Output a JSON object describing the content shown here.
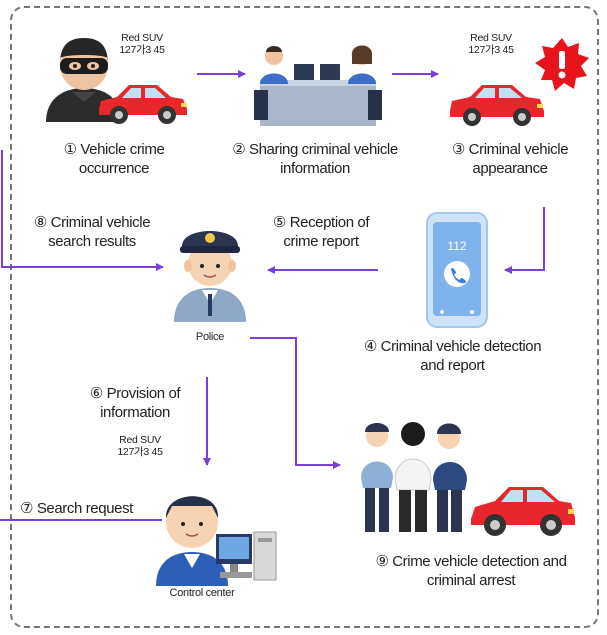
{
  "plate": {
    "line1": "Red SUV",
    "line2": "127가3 45"
  },
  "steps": {
    "s1": {
      "line1": "① Vehicle crime",
      "line2": "occurrence"
    },
    "s2": {
      "line1": "② Sharing criminal vehicle",
      "line2": "information"
    },
    "s3": {
      "line1": "③ Criminal vehicle",
      "line2": "appearance"
    },
    "s4": {
      "line1": "④ Criminal vehicle detection",
      "line2": "and report"
    },
    "s5": {
      "line1": "⑤ Reception of",
      "line2": "crime report"
    },
    "s6": {
      "line1": "⑥ Provision of",
      "line2": "information"
    },
    "s7": {
      "line1": "⑦ Search request"
    },
    "s8": {
      "line1": "⑧ Criminal vehicle",
      "line2": "search results"
    },
    "s9": {
      "line1": "⑨ Crime vehicle detection and",
      "line2": "criminal arrest"
    }
  },
  "labels": {
    "police": "Police",
    "control": "Control center",
    "phone_number": "112"
  },
  "icons": [
    "thief-icon",
    "red-car-icon",
    "operators-icon",
    "alert-burst-icon",
    "smartphone-icon",
    "police-officer-icon",
    "control-operator-icon",
    "arrest-icon"
  ],
  "colors": {
    "arrow": "#7b3fd6",
    "car": "#e8272c",
    "alert": "#e8141b",
    "frame": "#777777"
  }
}
